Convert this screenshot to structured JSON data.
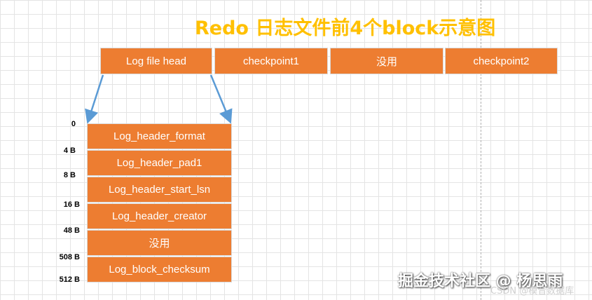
{
  "title": "Redo 日志文件前4个block示意图",
  "blocks": [
    {
      "label": "Log file head"
    },
    {
      "label": "checkpoint1"
    },
    {
      "label": "没用"
    },
    {
      "label": "checkpoint2"
    }
  ],
  "fields": [
    {
      "label": "Log_header_format"
    },
    {
      "label": "Log_header_pad1"
    },
    {
      "label": "Log_header_start_lsn"
    },
    {
      "label": "Log_header_creator"
    },
    {
      "label": "没用"
    },
    {
      "label": "Log_block_checksum"
    }
  ],
  "offsets": [
    "0",
    "4 B",
    "8 B",
    "16 B",
    "48 B",
    "508 B",
    "512 B"
  ],
  "watermark": {
    "main": "掘金技术社区 @ 杨思雨",
    "sub": "CSDN @模音数据库"
  },
  "colors": {
    "block_fill": "#ed7d31",
    "title": "#ffc000",
    "arrow": "#5b9bd5"
  }
}
